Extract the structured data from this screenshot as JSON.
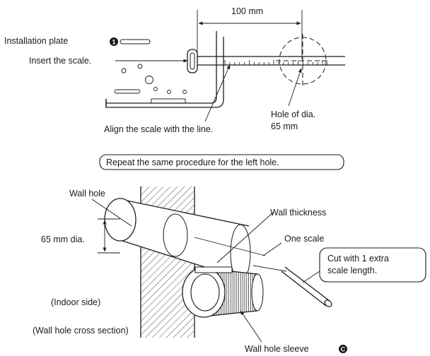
{
  "top": {
    "dimension": "100 mm",
    "installation_plate": "Installation plate",
    "plate_marker": "1",
    "insert_scale": "Insert the scale.",
    "align_scale": "Align the scale with the line.",
    "hole_dia_1": "Hole of dia.",
    "hole_dia_2": "65 mm"
  },
  "note": "Repeat the same procedure for the left hole.",
  "bottom": {
    "wall_hole": "Wall hole",
    "wall_thickness": "Wall thickness",
    "dia": "65 mm dia.",
    "one_scale": "One scale",
    "cut_1": "Cut with 1 extra",
    "cut_2": "scale length.",
    "indoor_side": "(Indoor side)",
    "cross_section": "(Wall hole cross section)",
    "sleeve": "Wall hole sleeve",
    "sleeve_marker": "C"
  }
}
